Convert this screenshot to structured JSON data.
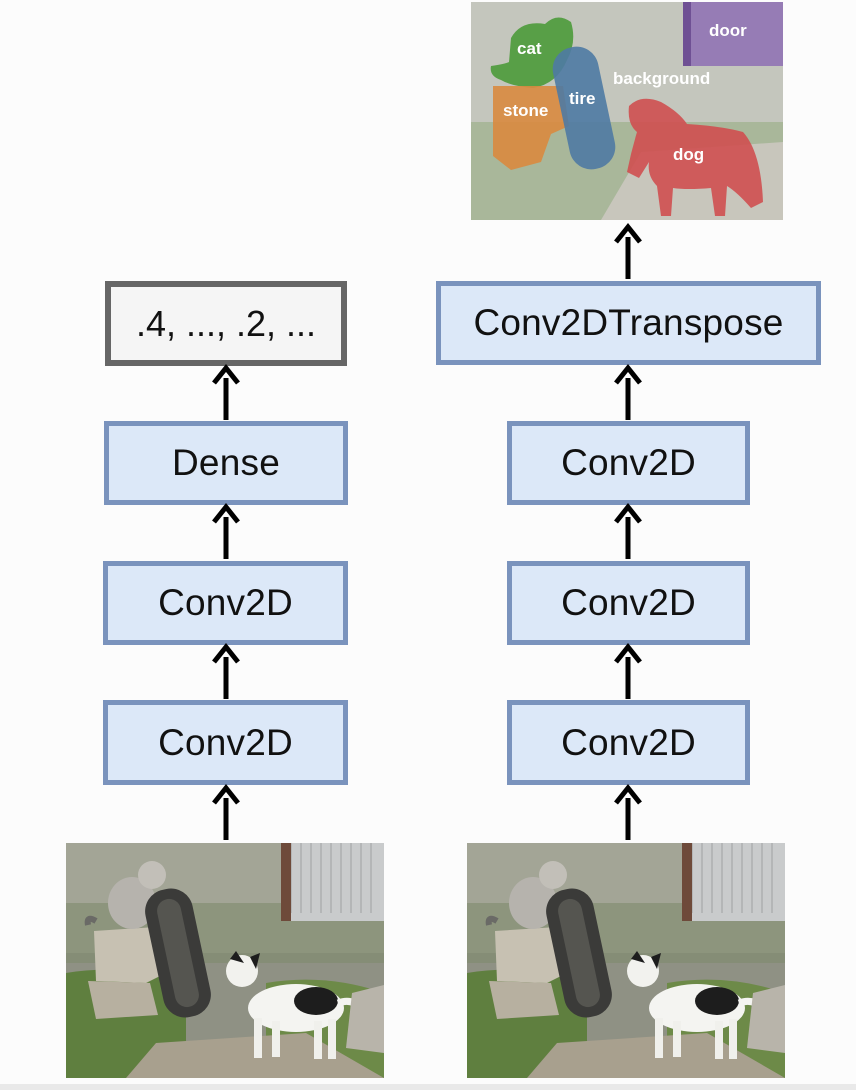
{
  "left_column": {
    "output_label": ".4, ..., .2, ...",
    "layers": [
      "Conv2D",
      "Conv2D",
      "Dense"
    ]
  },
  "right_column": {
    "layers": [
      "Conv2D",
      "Conv2D",
      "Conv2D",
      "Conv2DTranspose"
    ],
    "segmentation_labels": {
      "cat": "cat",
      "stone": "stone",
      "tire": "tire",
      "background": "background",
      "door": "door",
      "dog": "dog"
    }
  },
  "colors": {
    "layer_fill": "#dce8f8",
    "layer_border": "#7a93bd",
    "output_border": "#666666",
    "cat_mask": "#4c9a3a",
    "stone_mask": "#d98a3f",
    "tire_mask": "#4f7aa3",
    "dog_mask": "#cf4f50",
    "door_mask": "#8e6fb4"
  }
}
